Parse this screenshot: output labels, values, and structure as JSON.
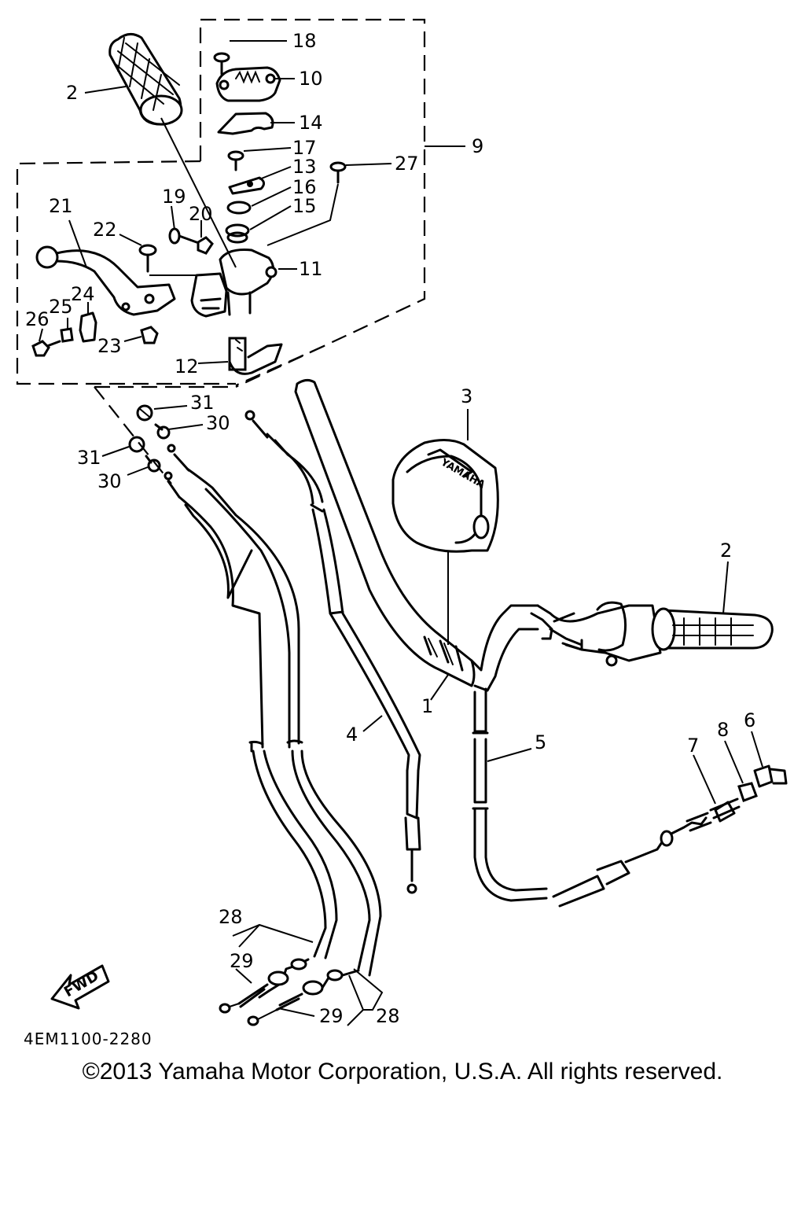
{
  "diagram": {
    "callouts": {
      "c1": "1",
      "c2a": "2",
      "c2b": "2",
      "c3": "3",
      "c4": "4",
      "c5": "5",
      "c6": "6",
      "c7": "7",
      "c8": "8",
      "c9": "9",
      "c10": "10",
      "c11": "11",
      "c12": "12",
      "c13": "13",
      "c14": "14",
      "c15": "15",
      "c16": "16",
      "c17": "17",
      "c18": "18",
      "c19": "19",
      "c20": "20",
      "c21": "21",
      "c22": "22",
      "c23": "23",
      "c24": "24",
      "c25": "25",
      "c26": "26",
      "c27": "27",
      "c28a": "28",
      "c28b": "28",
      "c29a": "29",
      "c29b": "29",
      "c30a": "30",
      "c30b": "30",
      "c31a": "31",
      "c31b": "31"
    },
    "fwd_label": "FWD",
    "brand_label": "YAMAHA",
    "diagram_code": "4EM1100-2280"
  },
  "footer": {
    "copyright": "©2013 Yamaha Motor Corporation, U.S.A. All rights reserved."
  }
}
